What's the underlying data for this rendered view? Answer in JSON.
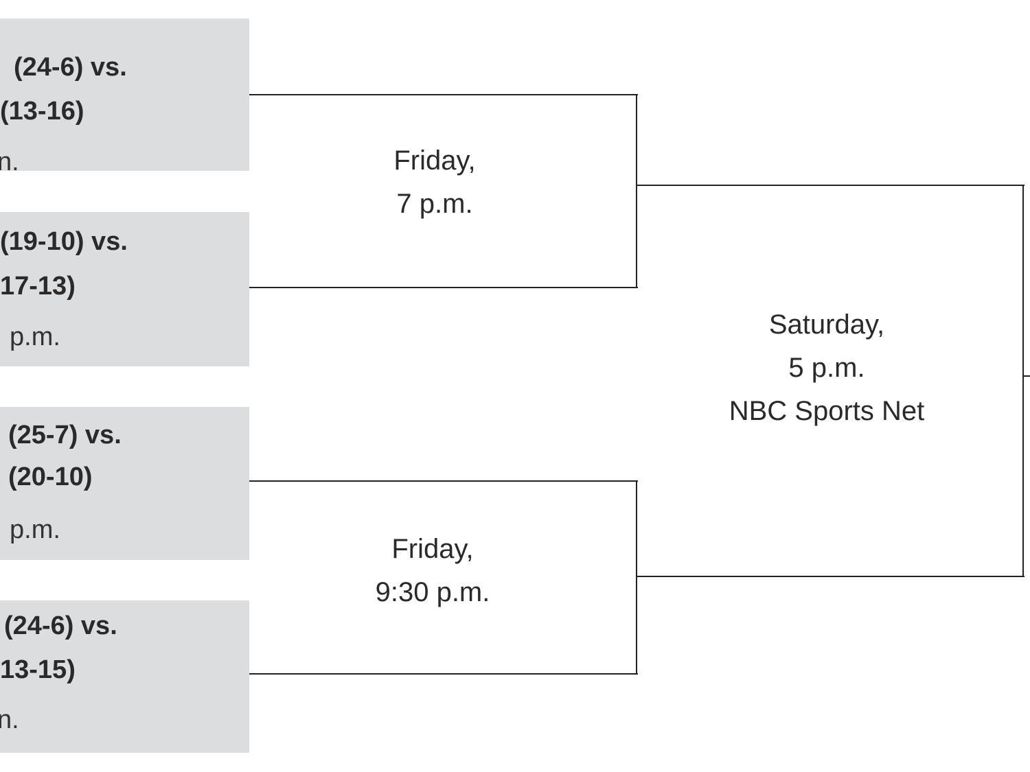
{
  "matchups": [
    {
      "line1": "(24-6) vs.",
      "line2": "(13-16)",
      "line3": "n."
    },
    {
      "line1": "(19-10) vs.",
      "line2": "17-13)",
      "line3": "p.m."
    },
    {
      "line1": "(25-7) vs.",
      "line2": "(20-10)",
      "line3": "p.m."
    },
    {
      "line1": "(24-6) vs.",
      "line2": "13-15)",
      "line3": "n."
    }
  ],
  "semifinals": [
    {
      "day": "Friday,",
      "time": "7 p.m."
    },
    {
      "day": "Friday,",
      "time": "9:30 p.m."
    }
  ],
  "final": {
    "day": "Saturday,",
    "time": "5 p.m.",
    "network": "NBC Sports Net"
  },
  "colors": {
    "box": "#dcdddf",
    "line": "#222222"
  }
}
